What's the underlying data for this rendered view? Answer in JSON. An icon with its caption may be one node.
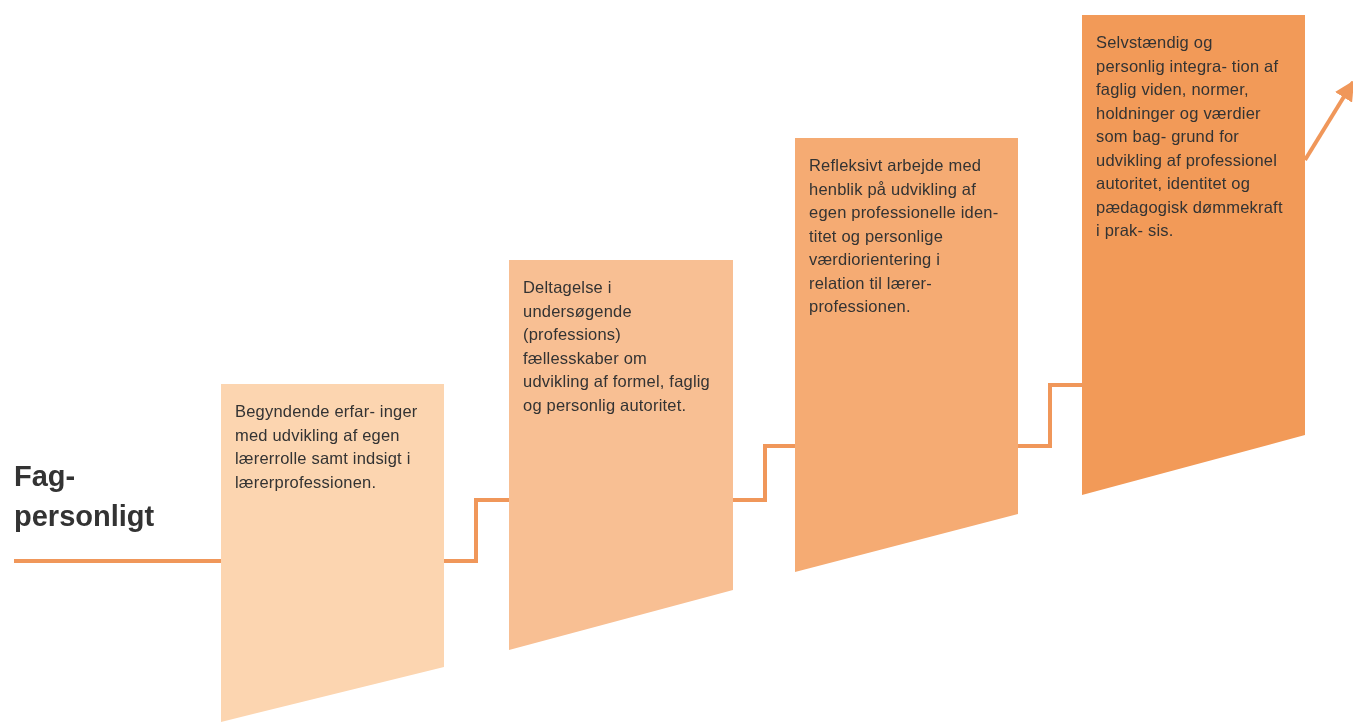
{
  "diagram": {
    "nodes": [
      {
        "text": [
          "Begyndende erfar- inger med udvikling af egen lærerrolle samt indsigt i lærerprofessionen."
        ]
      },
      {
        "text": [
          "Deltagelse i undersøgende (professions) fællesskaber om udvikling af formel, faglig og personlig autoritet."
        ]
      },
      {
        "text": [
          "Refleksivt arbejde med henblik på udvikling af egen professionelle iden- titet og personlige værdiorientering i relation til lærer- professionen."
        ]
      },
      {
        "text": [
          "Selvstændig og personlig integra- tion af faglig viden, normer, holdninger og værdier som bag- grund for udvikling af professionel autoritet, identitet og pædagogisk dømmekraft i prak- sis."
        ]
      }
    ],
    "edges": [
      {
        "from": null,
        "to": 0,
        "arrow": "none"
      },
      {
        "from": 0,
        "to": 1,
        "arrow": "none"
      },
      {
        "from": 1,
        "to": 2,
        "arrow": "none"
      },
      {
        "from": 2,
        "to": 3,
        "arrow": "none"
      },
      {
        "from": 3,
        "to": null,
        "arrow": "to"
      }
    ],
    "labels": [
      "Fag- personligt"
    ]
  }
}
